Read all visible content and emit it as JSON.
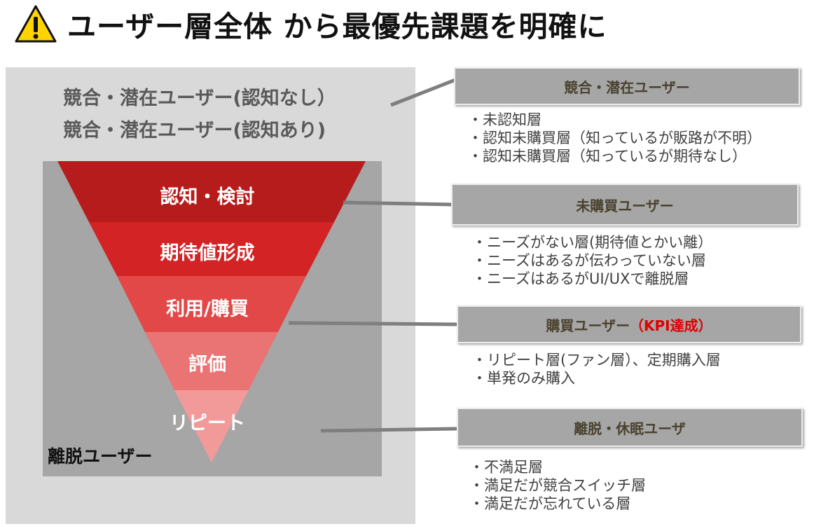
{
  "title": {
    "text": "ユーザー層全体 から最優先課題を明確に",
    "icon": "warning-icon"
  },
  "outer": {
    "label_1": "競合・潜在ユーザー(認知なし）",
    "label_2": "競合・潜在ユーザー(認知あり)"
  },
  "inner": {
    "label": "離脱ユーザー"
  },
  "funnel": {
    "stages": [
      {
        "label": "認知・検討",
        "color": "#b71c1c"
      },
      {
        "label": "期待値形成",
        "color": "#d32325"
      },
      {
        "label": "利用/購買",
        "color": "#e24848"
      },
      {
        "label": "評価",
        "color": "#ea7474"
      },
      {
        "label": "リピート",
        "color": "#f29a9a"
      }
    ]
  },
  "panels": [
    {
      "title": "競合・潜在ユーザー",
      "bullets": [
        "・未認知層",
        "・認知未購買層（知っているが販路が不明）",
        "・認知未購買層（知っているが期待なし）"
      ]
    },
    {
      "title": "未購買ユーザー",
      "bullets": [
        "・ニーズがない層(期待値とかい離）",
        "・ニーズはあるが伝わっていない層",
        "・ニーズはあるがUI/UXで離脱層"
      ]
    },
    {
      "title": "購買ユーザー",
      "title_highlight": "（KPI達成）",
      "bullets": [
        "・リピート層(ファン層）、定期購入層",
        "・単発のみ購入"
      ]
    },
    {
      "title": "離脱・休眠ユーザ",
      "bullets": [
        "・不満足層",
        "・満足だが競合スイッチ層",
        "・満足だが忘れている層"
      ]
    }
  ],
  "colors": {
    "outer_bg": "#d9d9d9",
    "inner_bg": "#a6a6a6",
    "panel_bg": "#a6a6a6",
    "connector": "#7f7f7f",
    "highlight": "#e00000"
  }
}
